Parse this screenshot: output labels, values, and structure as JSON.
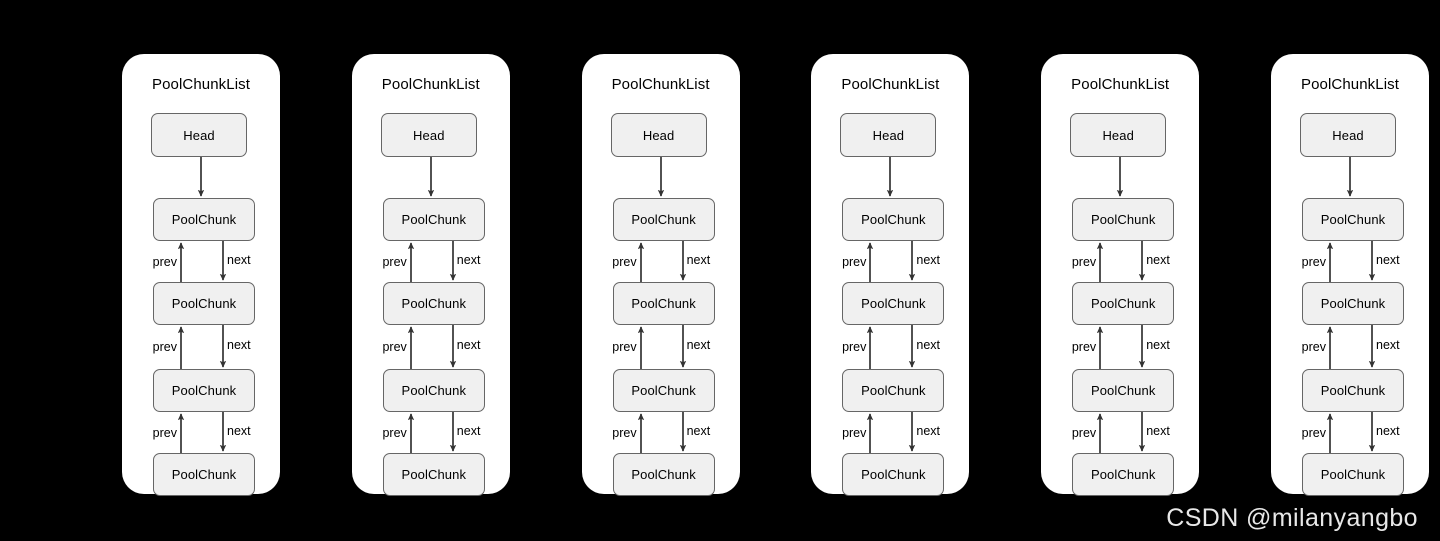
{
  "diagram": {
    "type": "linked-list-structure",
    "panel_title": "PoolChunkList",
    "head_label": "Head",
    "chunk_label": "PoolChunk",
    "prev_label": "prev",
    "next_label": "next",
    "panel_count": 6,
    "chunks_per_panel": 4,
    "colors": {
      "background": "#000000",
      "panel": "#ffffff",
      "node_fill": "#f0f0f0",
      "node_border": "#666666",
      "arrow": "#333333",
      "text": "#000000",
      "watermark": "#e8e8e8"
    },
    "panels": [
      {
        "title": "PoolChunkList",
        "head": "Head",
        "chunks": [
          "PoolChunk",
          "PoolChunk",
          "PoolChunk",
          "PoolChunk"
        ],
        "links": [
          {
            "prev": "prev",
            "next": "next"
          },
          {
            "prev": "prev",
            "next": "next"
          },
          {
            "prev": "prev",
            "next": "next"
          }
        ]
      },
      {
        "title": "PoolChunkList",
        "head": "Head",
        "chunks": [
          "PoolChunk",
          "PoolChunk",
          "PoolChunk",
          "PoolChunk"
        ],
        "links": [
          {
            "prev": "prev",
            "next": "next"
          },
          {
            "prev": "prev",
            "next": "next"
          },
          {
            "prev": "prev",
            "next": "next"
          }
        ]
      },
      {
        "title": "PoolChunkList",
        "head": "Head",
        "chunks": [
          "PoolChunk",
          "PoolChunk",
          "PoolChunk",
          "PoolChunk"
        ],
        "links": [
          {
            "prev": "prev",
            "next": "next"
          },
          {
            "prev": "prev",
            "next": "next"
          },
          {
            "prev": "prev",
            "next": "next"
          }
        ]
      },
      {
        "title": "PoolChunkList",
        "head": "Head",
        "chunks": [
          "PoolChunk",
          "PoolChunk",
          "PoolChunk",
          "PoolChunk"
        ],
        "links": [
          {
            "prev": "prev",
            "next": "next"
          },
          {
            "prev": "prev",
            "next": "next"
          },
          {
            "prev": "prev",
            "next": "next"
          }
        ]
      },
      {
        "title": "PoolChunkList",
        "head": "Head",
        "chunks": [
          "PoolChunk",
          "PoolChunk",
          "PoolChunk",
          "PoolChunk"
        ],
        "links": [
          {
            "prev": "prev",
            "next": "next"
          },
          {
            "prev": "prev",
            "next": "next"
          },
          {
            "prev": "prev",
            "next": "next"
          }
        ]
      },
      {
        "title": "PoolChunkList",
        "head": "Head",
        "chunks": [
          "PoolChunk",
          "PoolChunk",
          "PoolChunk",
          "PoolChunk"
        ],
        "links": [
          {
            "prev": "prev",
            "next": "next"
          },
          {
            "prev": "prev",
            "next": "next"
          },
          {
            "prev": "prev",
            "next": "next"
          }
        ]
      }
    ]
  },
  "watermark": {
    "text": "CSDN @milanyangbo"
  }
}
